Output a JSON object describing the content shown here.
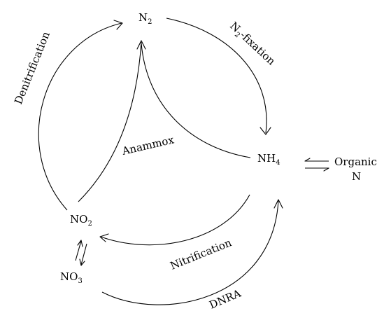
{
  "nodes": {
    "n2": {
      "base": "N",
      "sub": "2"
    },
    "nh4": {
      "base": "NH",
      "sub": "4"
    },
    "no2": {
      "base": "NO",
      "sub": "2"
    },
    "no3": {
      "base": "NO",
      "sub": "3"
    },
    "organic_n": {
      "line1": "Organic",
      "line2": "N"
    }
  },
  "processes": {
    "n2_fixation": {
      "base": "N",
      "sub": "2",
      "rest": "-fixation"
    },
    "denitrification": "Denitrification",
    "anammox": "Anammox",
    "nitrification": "Nitrification",
    "dnra": "DNRA"
  }
}
